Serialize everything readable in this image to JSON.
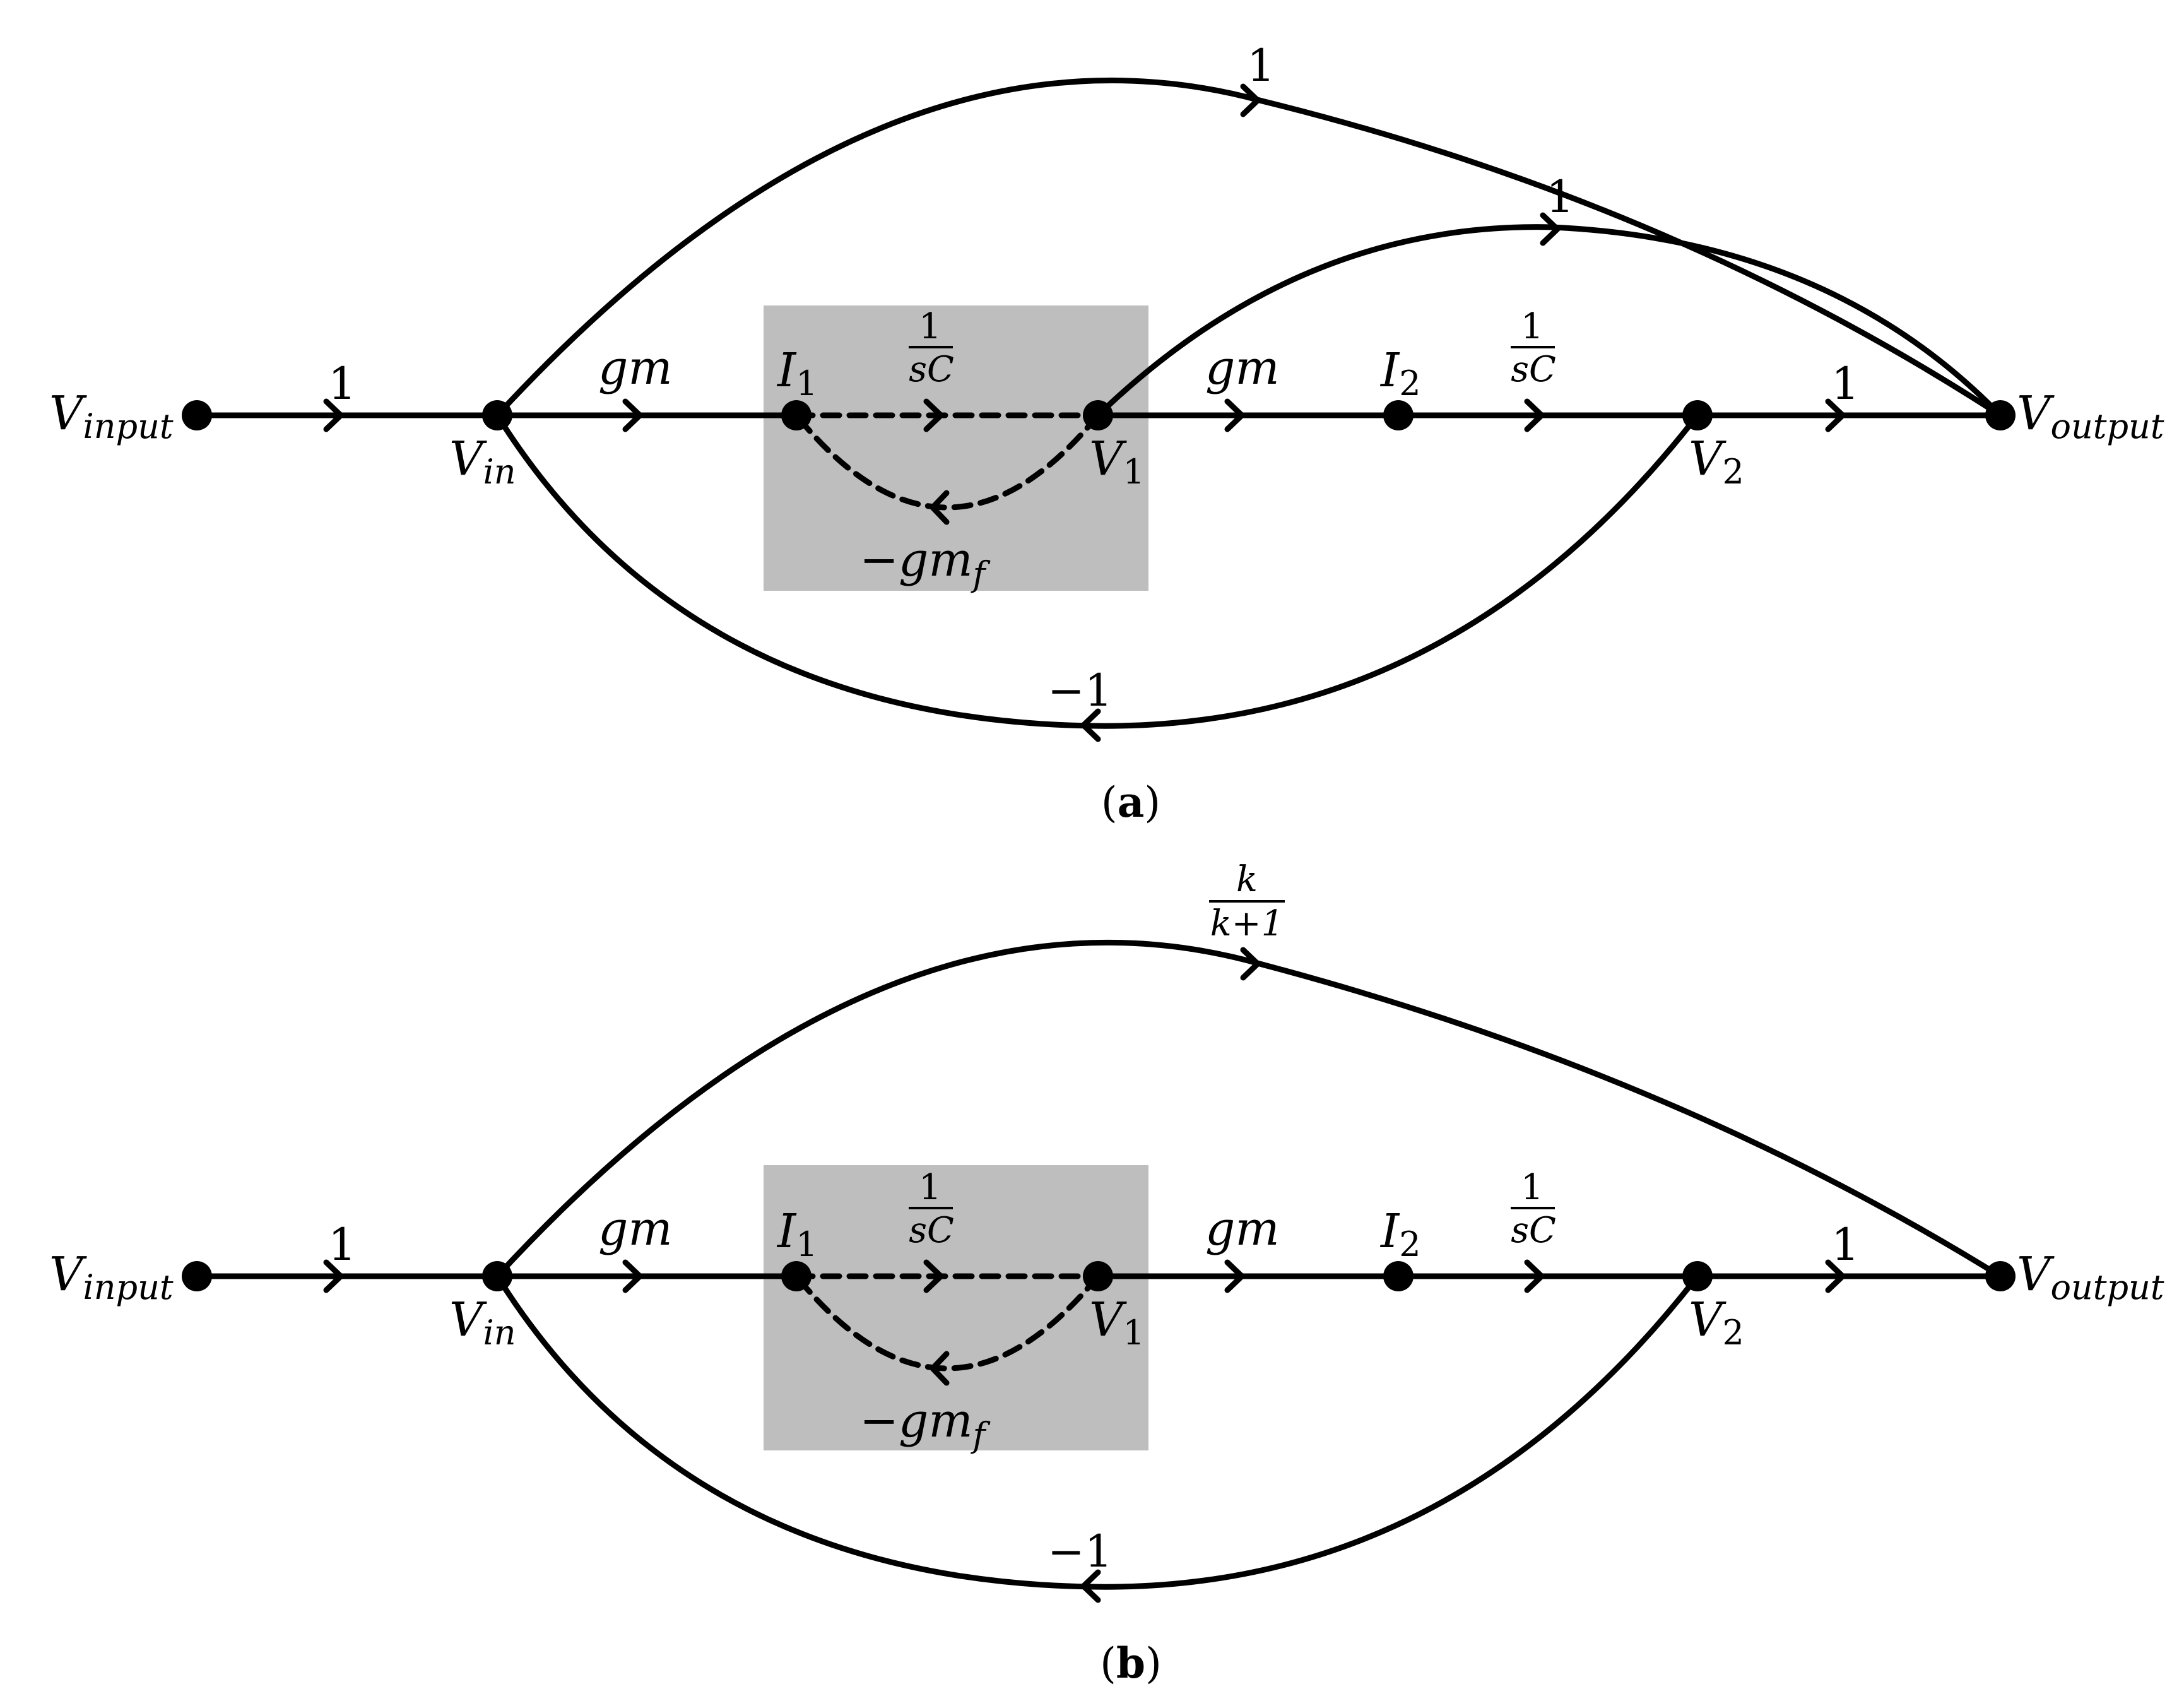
{
  "colors": {
    "ink": "#000000",
    "highlight_box": "#bebebe",
    "background": "#ffffff"
  },
  "panels": [
    {
      "id": "a",
      "caption": "a",
      "nodes": {
        "v_input": {
          "base": "V",
          "sub": "input"
        },
        "v_in": {
          "base": "V",
          "sub": "in"
        },
        "i1": {
          "base": "I",
          "sub": "1"
        },
        "v1": {
          "base": "V",
          "sub": "1"
        },
        "i2": {
          "base": "I",
          "sub": "2"
        },
        "v2": {
          "base": "V",
          "sub": "2"
        },
        "v_output": {
          "base": "V",
          "sub": "output"
        }
      },
      "gains": {
        "input_to_vin": "1",
        "vin_to_i1": "gm",
        "i1_to_v1_num": "1",
        "i1_to_v1_den": "sC",
        "v1_to_i1_feedback": "−gm",
        "v1_to_i1_feedback_sub": "f",
        "v1_to_i2": "gm",
        "i2_to_v2_num": "1",
        "i2_to_v2_den": "sC",
        "v2_to_output": "1",
        "vin_to_output": "1",
        "v1_to_output": "1",
        "v2_to_vin_feedback": "−1"
      }
    },
    {
      "id": "b",
      "caption": "b",
      "nodes": {
        "v_input": {
          "base": "V",
          "sub": "input"
        },
        "v_in": {
          "base": "V",
          "sub": "in"
        },
        "i1": {
          "base": "I",
          "sub": "1"
        },
        "v1": {
          "base": "V",
          "sub": "1"
        },
        "i2": {
          "base": "I",
          "sub": "2"
        },
        "v2": {
          "base": "V",
          "sub": "2"
        },
        "v_output": {
          "base": "V",
          "sub": "output"
        }
      },
      "gains": {
        "input_to_vin": "1",
        "vin_to_i1": "gm",
        "i1_to_v1_num": "1",
        "i1_to_v1_den": "sC",
        "v1_to_i1_feedback": "−gm",
        "v1_to_i1_feedback_sub": "f",
        "v1_to_i2": "gm",
        "i2_to_v2_num": "1",
        "i2_to_v2_den": "sC",
        "v2_to_output": "1",
        "vin_to_output_num": "k",
        "vin_to_output_den": "k+1",
        "v2_to_vin_feedback": "−1"
      }
    }
  ]
}
